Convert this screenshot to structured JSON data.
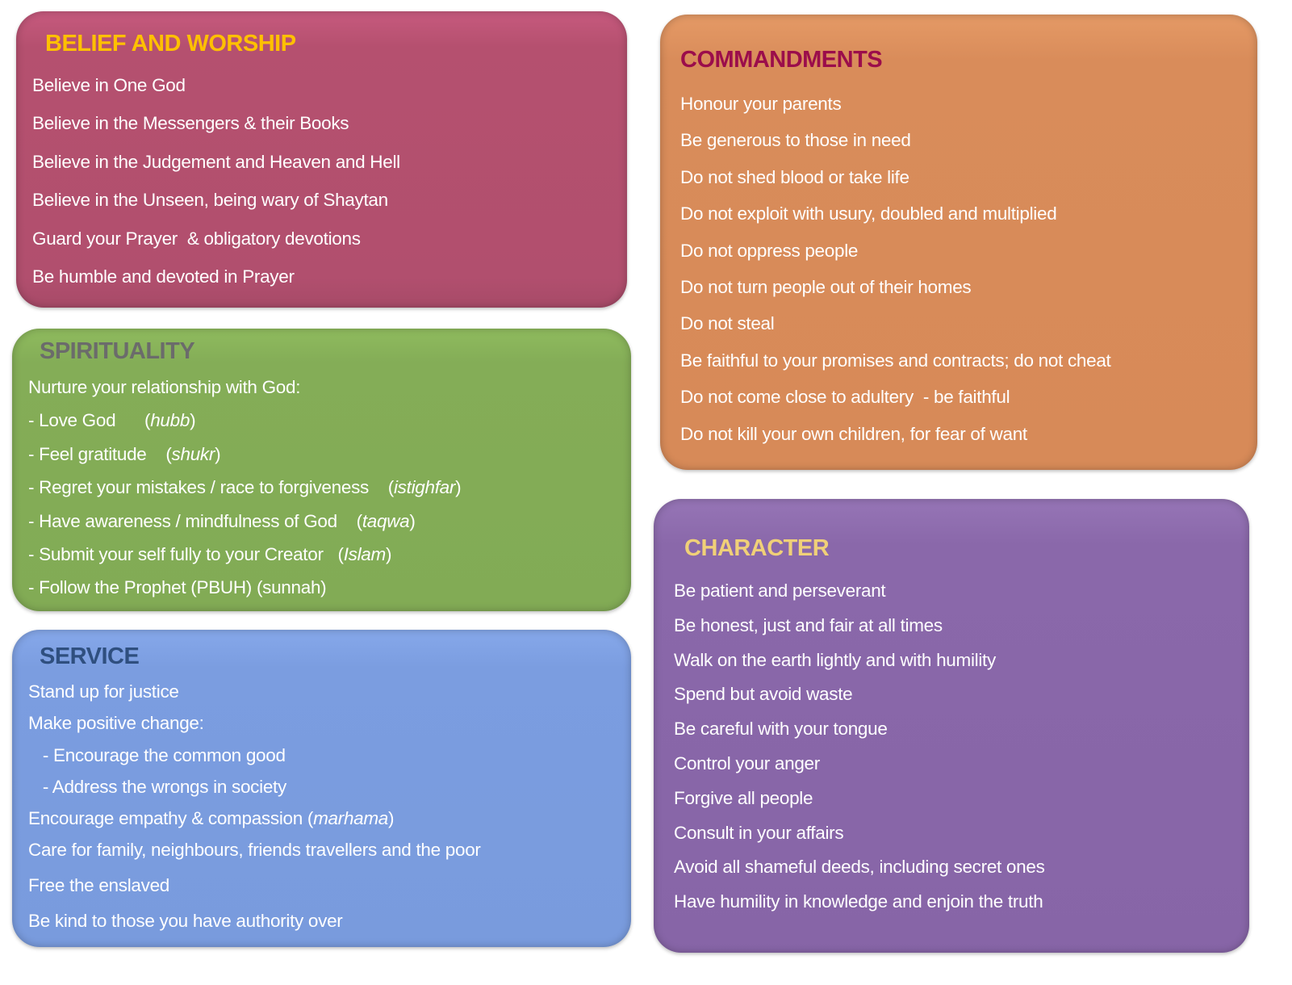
{
  "belief": {
    "title": "BELIEF AND WORSHIP",
    "items": [
      "Believe in One God",
      "Believe in the Messengers & their Books",
      "Believe in the Judgement and Heaven and Hell",
      "Believe in the Unseen, being wary of Shaytan",
      "Guard your Prayer  & obligatory devotions",
      "Be humble and devoted in Prayer"
    ]
  },
  "spirituality": {
    "title": "SPIRITUALITY",
    "intro": "Nurture your relationship with God:",
    "items": [
      {
        "text": "- Love God      (",
        "term": "hubb",
        "close": ")"
      },
      {
        "text": "- Feel gratitude    (",
        "term": "shukr",
        "close": ")"
      },
      {
        "text": "- Regret your mistakes / race to forgiveness    (",
        "term": "istighfar",
        "close": ")"
      },
      {
        "text": "- Have awareness / mindfulness of God    (",
        "term": "taqwa",
        "close": ")"
      },
      {
        "text": "- Submit your self fully to your Creator   (",
        "term": "Islam",
        "close": ")"
      },
      {
        "text": "- Follow the Prophet (PBUH) (sunnah)",
        "term": "",
        "close": ""
      }
    ]
  },
  "service": {
    "title": "SERVICE",
    "items": [
      "Stand up for justice",
      "Make positive change:",
      "   - Encourage the common good",
      "   - Address the wrongs in society"
    ],
    "empathy": {
      "text": "Encourage empathy & compassion (",
      "term": "marhama",
      "close": ")"
    },
    "items2": [
      "Care for family, neighbours, friends travellers and the poor",
      "Free the enslaved",
      "Be kind to those you have authority over"
    ]
  },
  "commandments": {
    "title": "COMMANDMENTS",
    "items": [
      "Honour your parents",
      "Be generous to those in need",
      "Do not shed blood or take life",
      "Do not exploit with usury, doubled and multiplied",
      "Do not oppress people",
      "Do not turn people out of their homes",
      "Do not steal",
      "Be faithful to your promises and contracts; do not cheat",
      "Do not come close to adultery  - be faithful",
      "Do not kill your own children, for fear of want"
    ]
  },
  "character": {
    "title": "CHARACTER",
    "items": [
      "Be patient and perseverant",
      "Be honest, just and fair at all times",
      "Walk on the earth lightly and with humility",
      "Spend but avoid waste",
      "Be careful with your tongue",
      "Control your anger",
      "Forgive all people",
      "Consult in your affairs",
      "Avoid all shameful deeds, including secret ones",
      "Have humility in knowledge and enjoin the truth"
    ]
  }
}
